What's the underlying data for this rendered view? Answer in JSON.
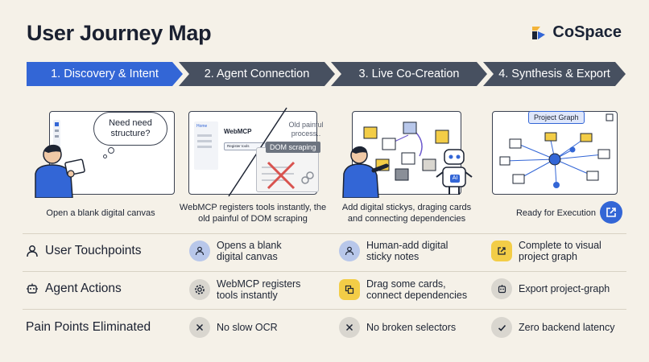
{
  "title": "User Journey Map",
  "brand": {
    "name": "CoSpace",
    "colors": [
      "#3366d6",
      "#f3b43a",
      "#1a2335"
    ]
  },
  "phases": [
    {
      "label": "1. Discovery & Intent",
      "active": true
    },
    {
      "label": "2. Agent Connection",
      "active": false
    },
    {
      "label": "3. Live Co-Creation",
      "active": false
    },
    {
      "label": "4. Synthesis & Export",
      "active": false
    }
  ],
  "illustrations": {
    "discovery": {
      "bubble": "Need need structure?",
      "caption": "Open a blank digital canvas"
    },
    "agent": {
      "window_title": "WebMCP",
      "sidebar_label": "Home",
      "button_label": "Register tools",
      "old_note": "Old painful process..",
      "old_tag": "DOM scraping",
      "caption": "WebMCP registers tools instantly, the old painful of DOM scraping"
    },
    "cocreation": {
      "robot_label": "AI",
      "caption": "Add digital stickys, draging cards and connecting dependencies"
    },
    "synthesis": {
      "graph_title": "Project Graph",
      "caption": "Ready for Execution"
    }
  },
  "rows": [
    {
      "label": "User Touchpoints",
      "icon": "user-icon",
      "cells": [
        {
          "text": "Opens a blank digital canvas",
          "icon": "user-icon",
          "style": "blue"
        },
        {
          "text": "Human-add digital sticky notes",
          "icon": "user-icon",
          "style": "blue"
        },
        {
          "text": "Complete to visual project graph",
          "icon": "external-link-icon",
          "style": "yellow"
        }
      ]
    },
    {
      "label": "Agent Actions",
      "icon": "robot-icon",
      "cells": [
        {
          "text": "WebMCP registers tools instantly",
          "icon": "gear-icon",
          "style": "grey"
        },
        {
          "text": "Drag some cards, connect dependencies",
          "icon": "copy-icon",
          "style": "yellow"
        },
        {
          "text": "Export project-graph",
          "icon": "robot-icon",
          "style": "grey"
        }
      ]
    },
    {
      "label": "Pain Points Eliminated",
      "icon": "",
      "cells": [
        {
          "text": "No slow OCR",
          "icon": "x-icon",
          "style": "grey"
        },
        {
          "text": "No broken selectors",
          "icon": "x-icon",
          "style": "grey"
        },
        {
          "text": "Zero backend latency",
          "icon": "check-icon",
          "style": "grey"
        }
      ]
    }
  ]
}
